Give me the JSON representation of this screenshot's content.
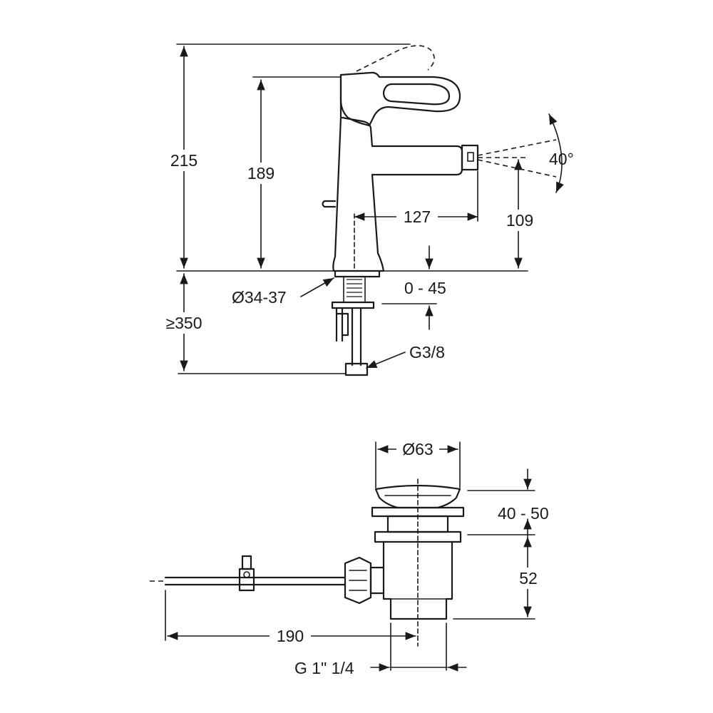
{
  "faucet": {
    "total_height": "215",
    "spout_height": "189",
    "spout_reach": "127",
    "outlet_height": "109",
    "spray_angle": "40°",
    "hole_diameter": "Ø34-37",
    "deck_thickness": "0 - 45",
    "hose_length": "≥350",
    "connection": "G3/8"
  },
  "waste": {
    "cap_diameter": "Ø63",
    "cap_adjust": "40 - 50",
    "body_height": "52",
    "rod_length": "190",
    "thread": "G 1\" 1/4"
  },
  "colors": {
    "ink": "#1a1a1a",
    "paper": "#ffffff"
  }
}
